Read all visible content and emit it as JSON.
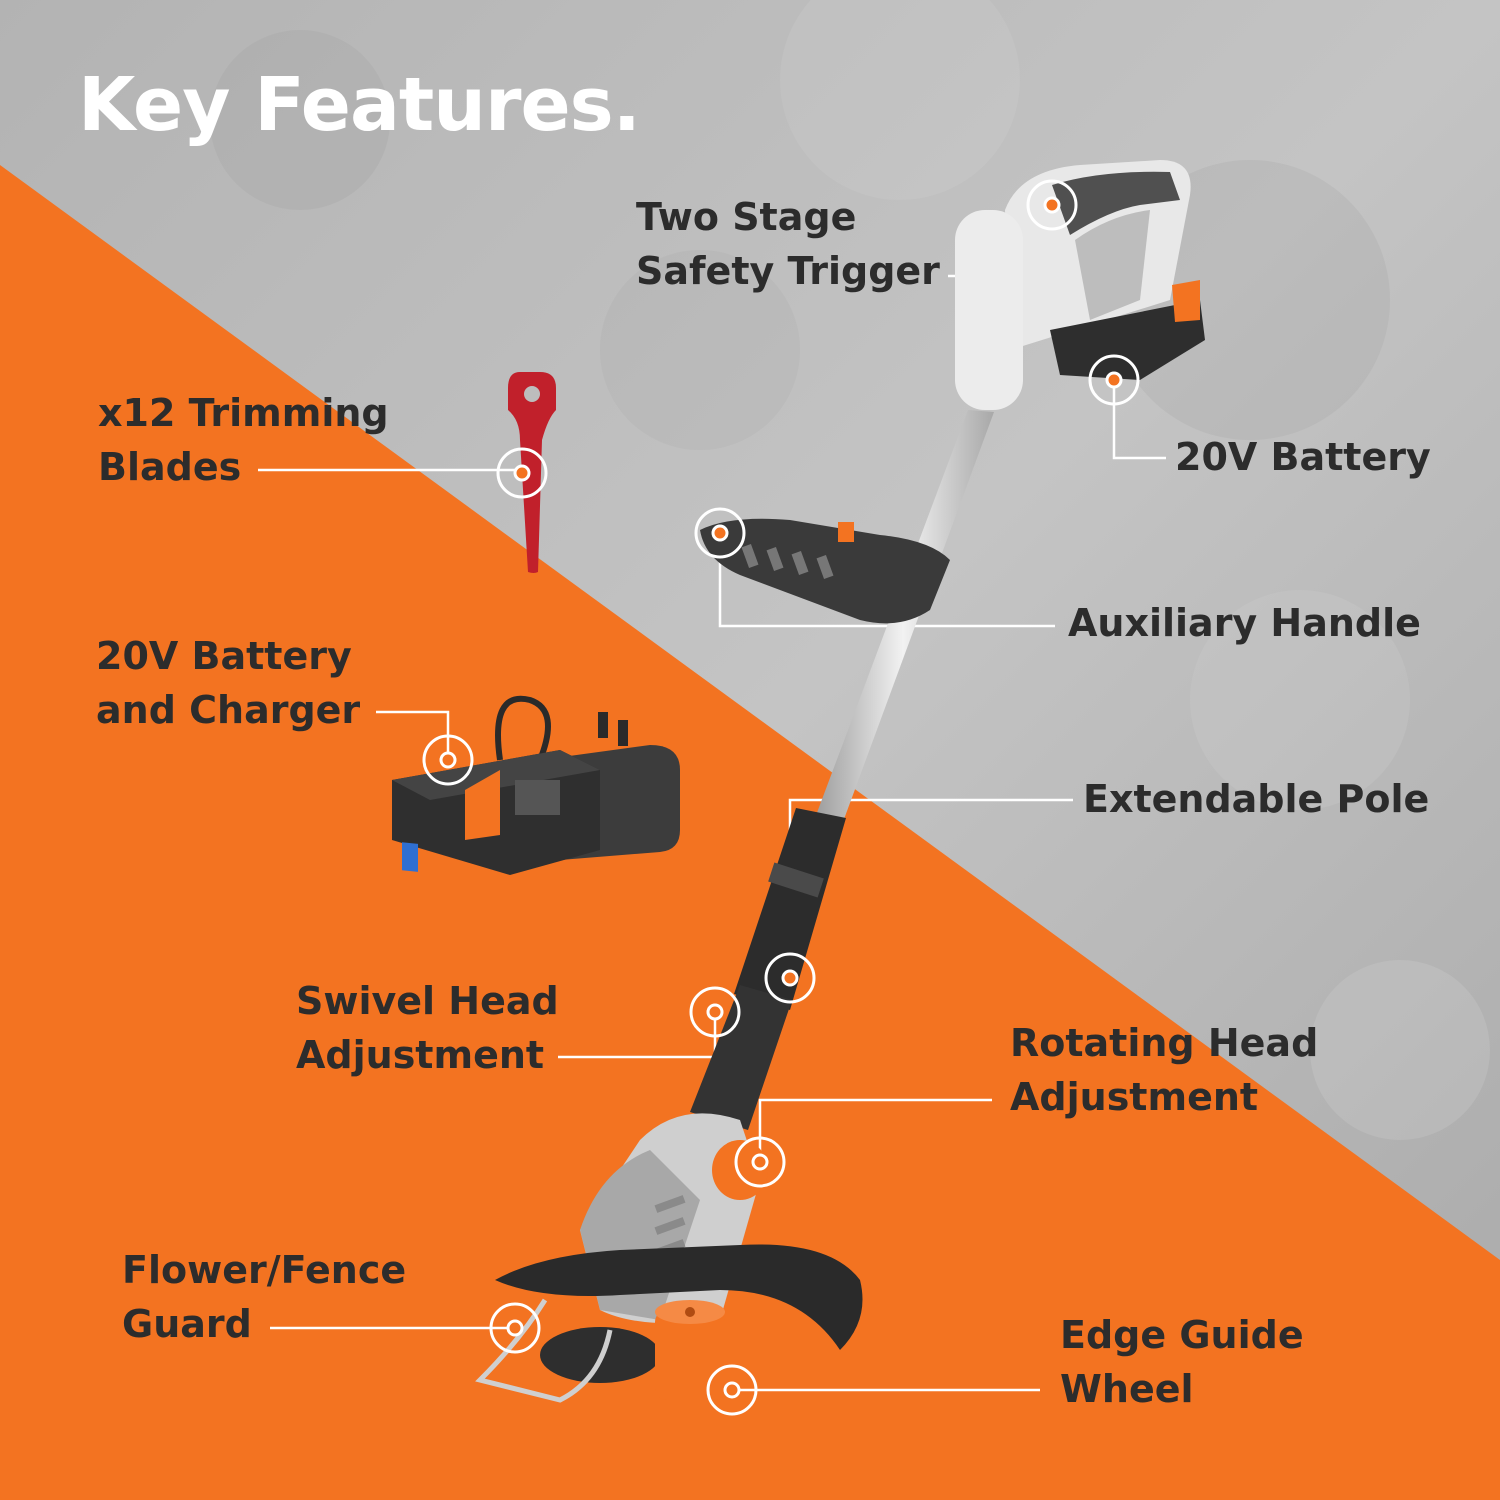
{
  "title": "Key Features.",
  "colors": {
    "accent_orange": "#f37321",
    "concrete_gray": "#bdbdbd",
    "text_dark": "#2c2c2c",
    "title_white": "#ffffff"
  },
  "features": {
    "trigger": {
      "line1": "Two Stage",
      "line2": "Safety Trigger"
    },
    "battery": {
      "line1": "20V Battery"
    },
    "blades": {
      "line1": "x12 Trimming",
      "line2": "Blades"
    },
    "aux_handle": {
      "line1": "Auxiliary Handle"
    },
    "charger": {
      "line1": "20V Battery",
      "line2": "and Charger"
    },
    "pole": {
      "line1": "Extendable Pole"
    },
    "swivel": {
      "line1": "Swivel Head",
      "line2": "Adjustment"
    },
    "rotating": {
      "line1": "Rotating Head",
      "line2": "Adjustment"
    },
    "guard": {
      "line1": "Flower/Fence",
      "line2": "Guard"
    },
    "wheel": {
      "line1": "Edge Guide",
      "line2": "Wheel"
    }
  }
}
